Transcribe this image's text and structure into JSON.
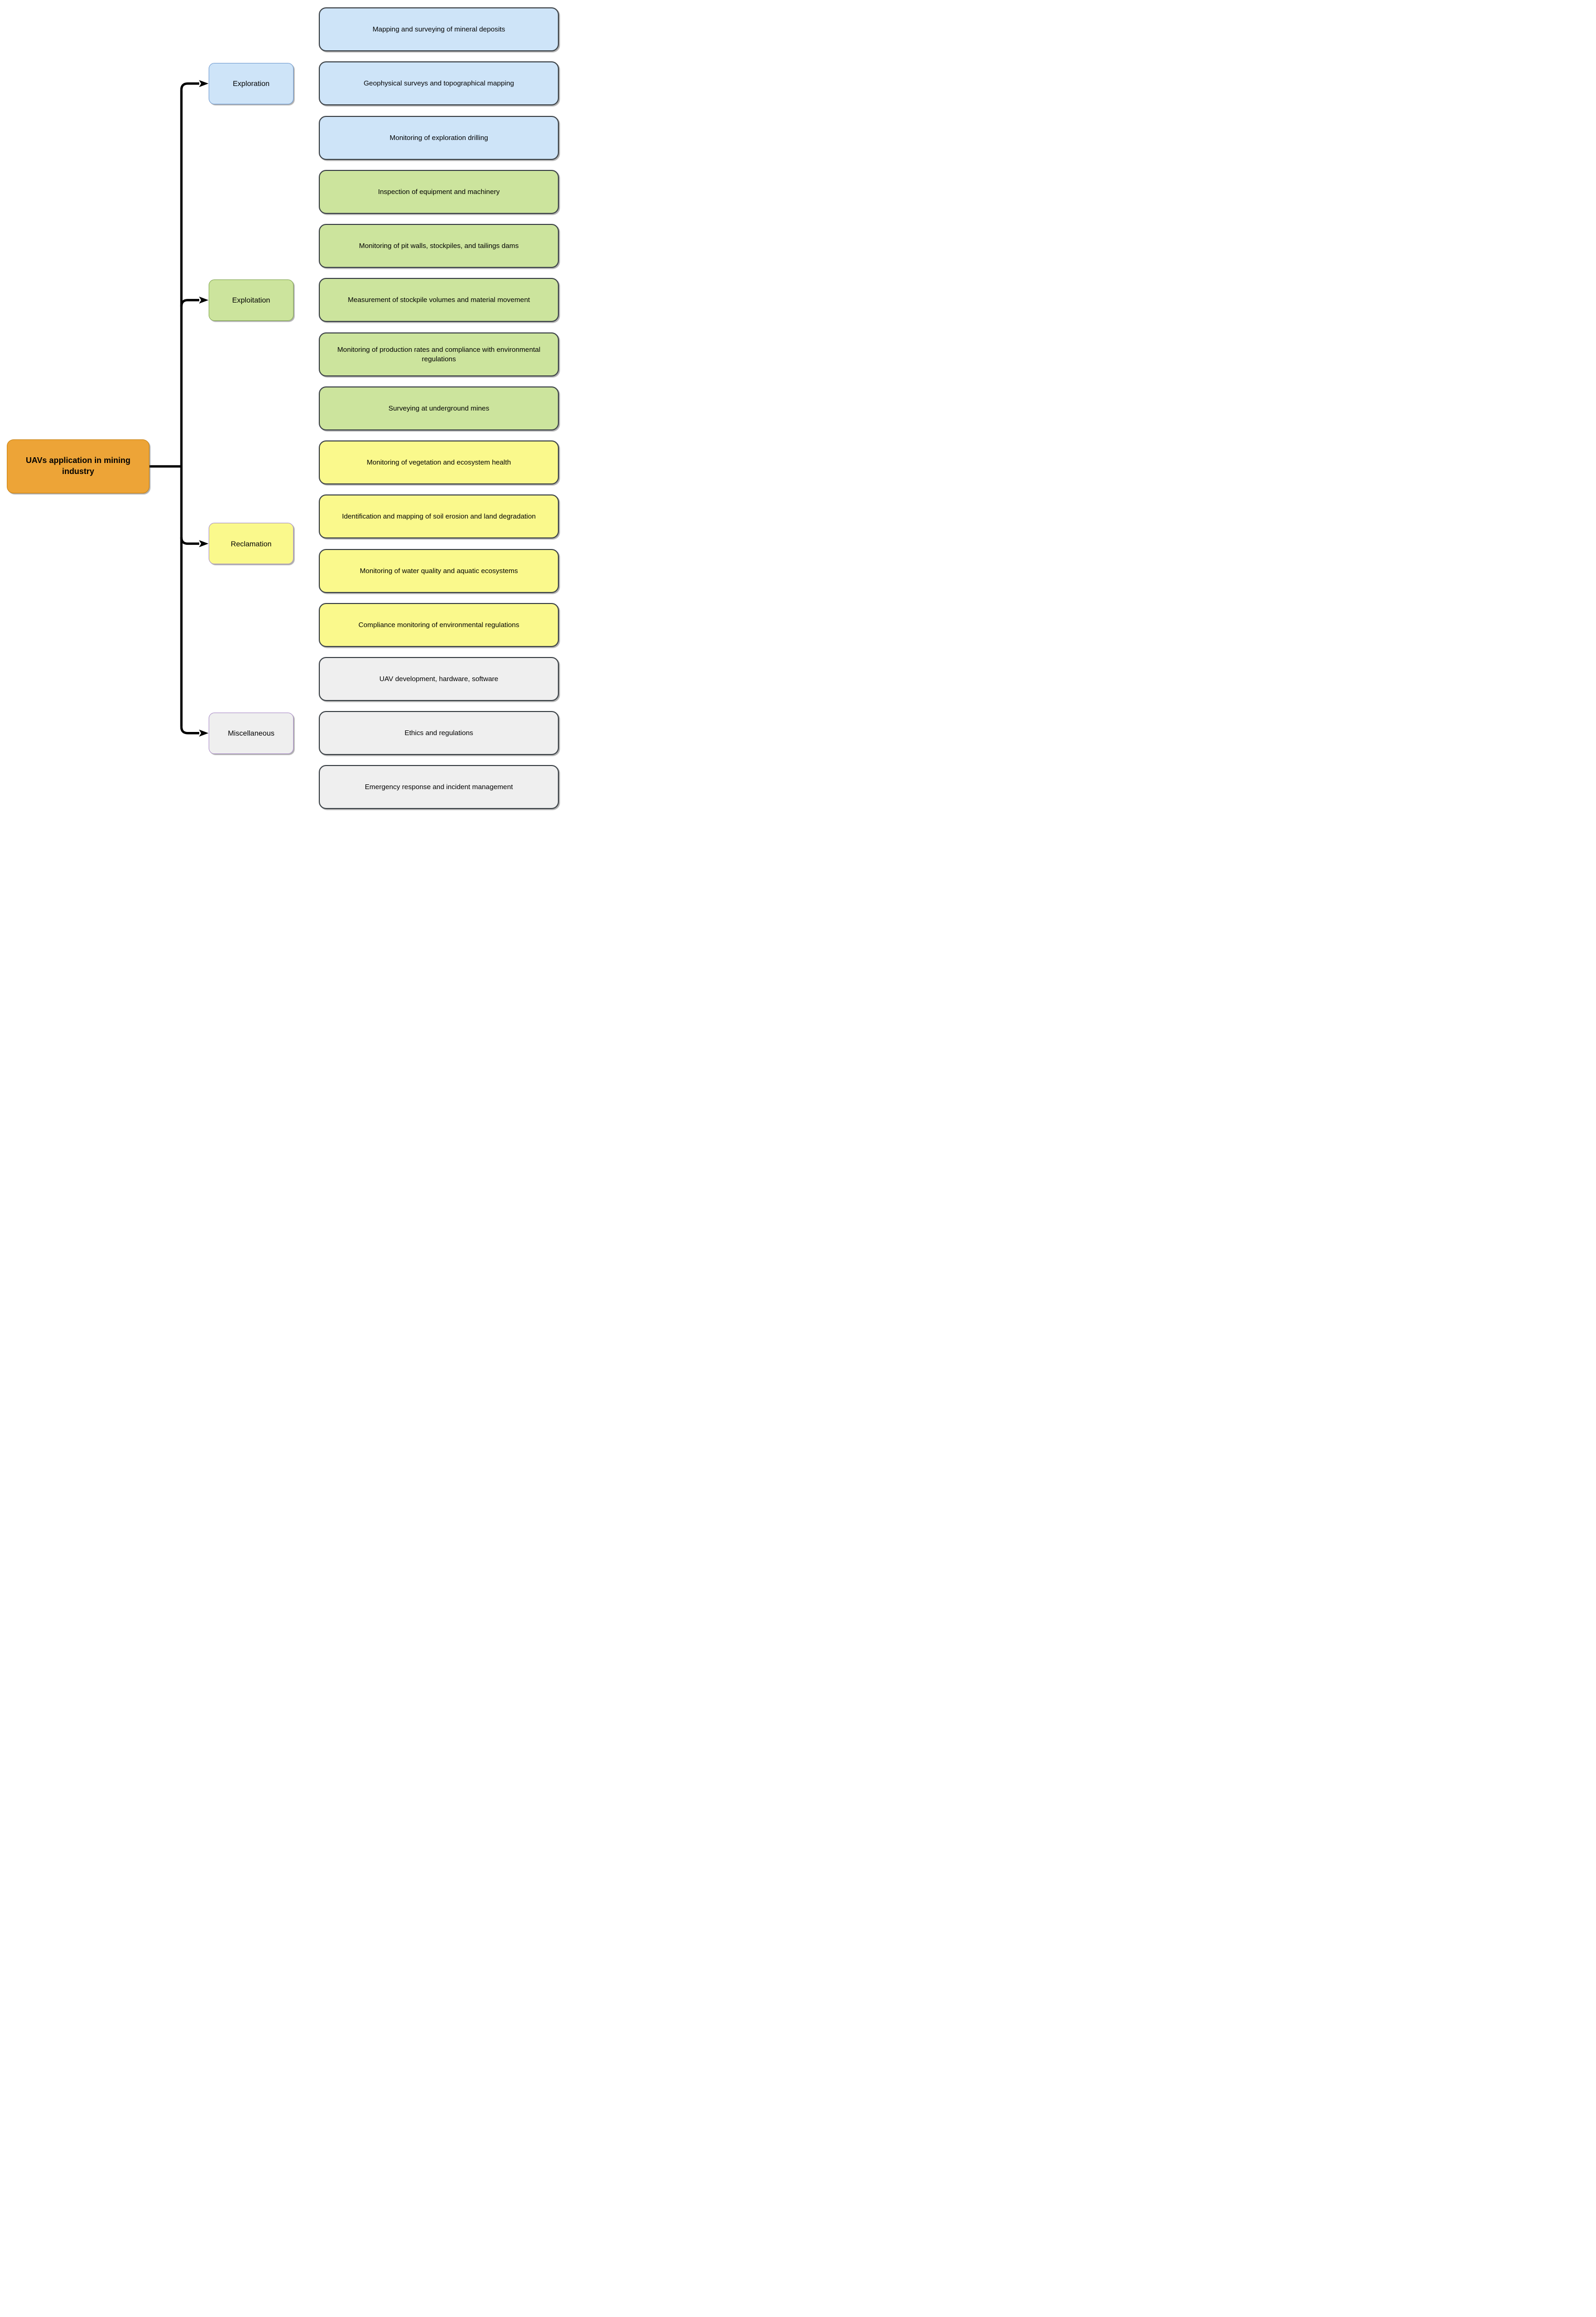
{
  "page_title": "UAVs application in mining industry",
  "root": {
    "label": "UAVs application in mining industry",
    "fill": "#EDA437",
    "border": "#C8800F"
  },
  "styles": {
    "leaf_border": "#3C4247",
    "connector": "#000000",
    "text": "#000000",
    "background": "#FFFFFF"
  },
  "branches": [
    {
      "label": "Exploration",
      "fill": "#CEE4F8",
      "border": "#6F9AD0",
      "leaves": [
        "Mapping and surveying of mineral deposits",
        "Geophysical surveys and topographical mapping",
        "Monitoring of exploration drilling"
      ]
    },
    {
      "label": "Exploitation",
      "fill": "#CCE49D",
      "border": "#82A750",
      "leaves": [
        "Inspection of equipment and machinery",
        "Monitoring of pit walls, stockpiles, and tailings dams",
        "Measurement of stockpile volumes and material movement",
        "Monitoring of production rates and compliance with environmental regulations",
        "Surveying at underground mines"
      ]
    },
    {
      "label": "Reclamation",
      "fill": "#FAF98C",
      "border": "#A78FC5",
      "leaves": [
        "Monitoring of vegetation and ecosystem health",
        "Identification and mapping of soil erosion and land degradation",
        "Monitoring of water quality and aquatic ecosystems",
        "Compliance monitoring of environmental regulations"
      ]
    },
    {
      "label": "Miscellaneous",
      "fill": "#EFEFEF",
      "border": "#AB8EC8",
      "leaves": [
        "UAV development, hardware, software",
        "Ethics and regulations",
        "Emergency response and incident management"
      ]
    }
  ]
}
